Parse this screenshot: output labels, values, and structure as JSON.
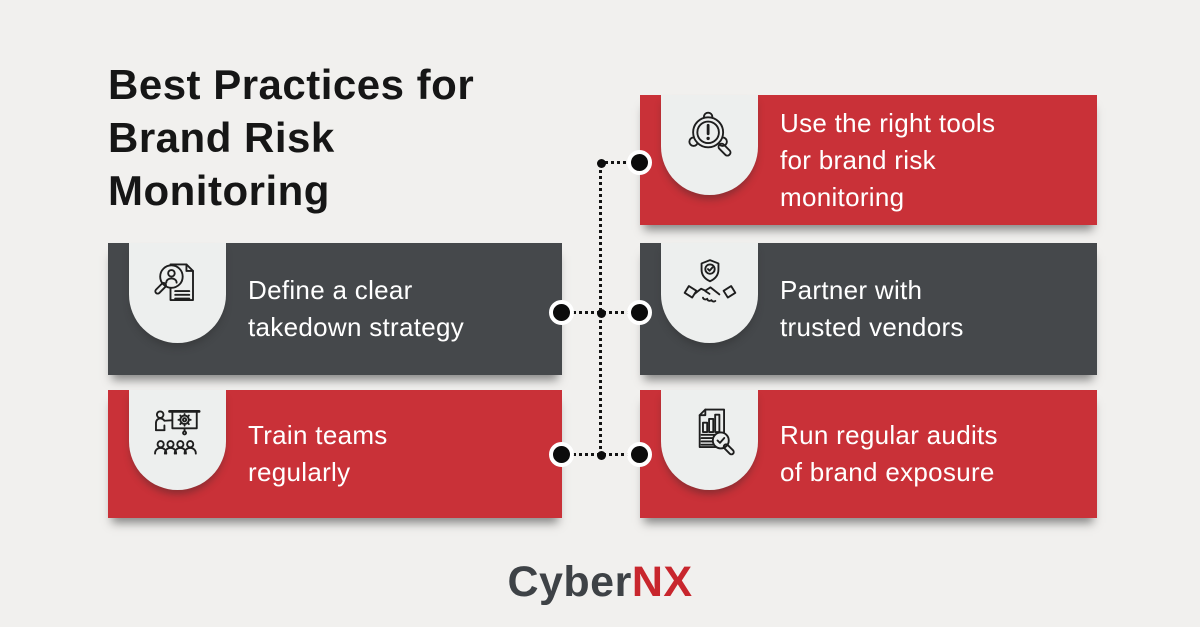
{
  "title": {
    "text": "Best Practices for\nBrand Risk\nMonitoring"
  },
  "right_cards": [
    {
      "text": "Use the right tools\nfor brand risk\nmonitoring",
      "icon": "alert-search-icon",
      "color": "#c93138"
    },
    {
      "text": "Partner with\ntrusted vendors",
      "icon": "handshake-shield-icon",
      "color": "#45484b"
    },
    {
      "text": "Run regular audits\nof brand exposure",
      "icon": "audit-report-icon",
      "color": "#c93138"
    }
  ],
  "left_cards": [
    {
      "text": "Define a clear\ntakedown strategy",
      "icon": "person-search-document-icon",
      "color": "#45484b"
    },
    {
      "text": "Train teams\nregularly",
      "icon": "training-presentation-icon",
      "color": "#c93138"
    }
  ],
  "logo": {
    "part1": "Cyber",
    "part2": "NX"
  },
  "colors": {
    "background": "#f1f0ee",
    "card_red": "#c93138",
    "card_dark": "#45484b",
    "icon_tab": "#edefee",
    "card_text": "#ffffff",
    "title_text": "#161616",
    "connector": "#131313",
    "logo_cyber": "#3e4246",
    "logo_nx": "#c8262d"
  }
}
